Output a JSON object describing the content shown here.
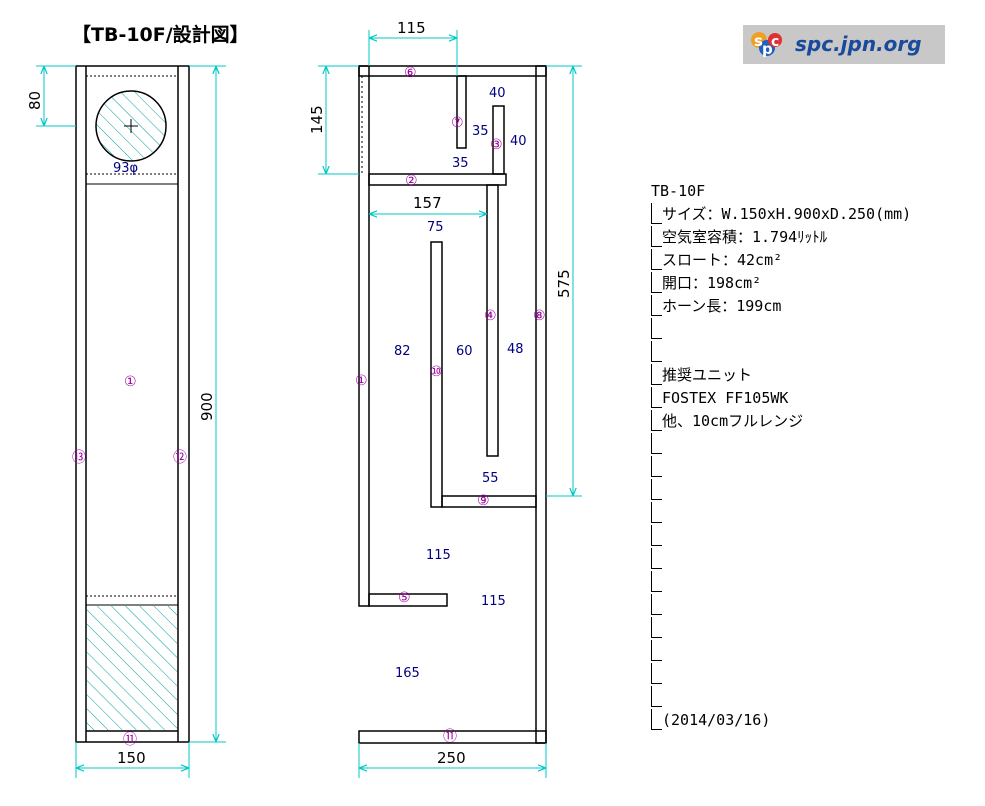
{
  "title": "【TB-10F/設計図】",
  "logo": {
    "text": "spc.jpn.org",
    "icon": "spc-logo-icon"
  },
  "front_view": {
    "dim_width": "150",
    "dim_height": "900",
    "dim_top": "80",
    "driver_label": "93φ",
    "panel_labels": [
      "①",
      "⑬",
      "⑫",
      "⑪"
    ]
  },
  "side_view": {
    "dim_width": "250",
    "dim_top_width": "115",
    "dim_top_height": "145",
    "dim_157": "157",
    "dim_575": "575",
    "inner_labels": [
      "40",
      "35",
      "40",
      "35",
      "75",
      "82",
      "60",
      "48",
      "55",
      "115",
      "115",
      "165"
    ],
    "panel_labels": [
      "⑥",
      "⑦",
      "③",
      "②",
      "④",
      "⑧",
      "①",
      "⑩",
      "⑨",
      "⑤",
      "⑪"
    ]
  },
  "specs": {
    "lines": [
      "TB-10F",
      "サイズ：W.150xH.900xD.250(mm)",
      "空気室容積：1.794ﾘｯﾄﾙ",
      "スロート：42cm²",
      "開口：198cm²",
      "ホーン長：199cm",
      "",
      "",
      "推奨ユニット",
      "FOSTEX FF105WK",
      "他、10cmフルレンジ",
      "",
      "",
      "",
      "",
      "",
      "",
      "",
      "",
      "",
      "",
      "",
      "",
      "(2014/03/16)"
    ]
  },
  "colors": {
    "lines": "#000000",
    "dimension": "#00c8c8",
    "labels": "#000080",
    "panel_numbers": "#a000a0",
    "hatch": "#00a0a0",
    "logo_bg": "#c8c8c8",
    "logo_text": "#1a4a9c"
  }
}
